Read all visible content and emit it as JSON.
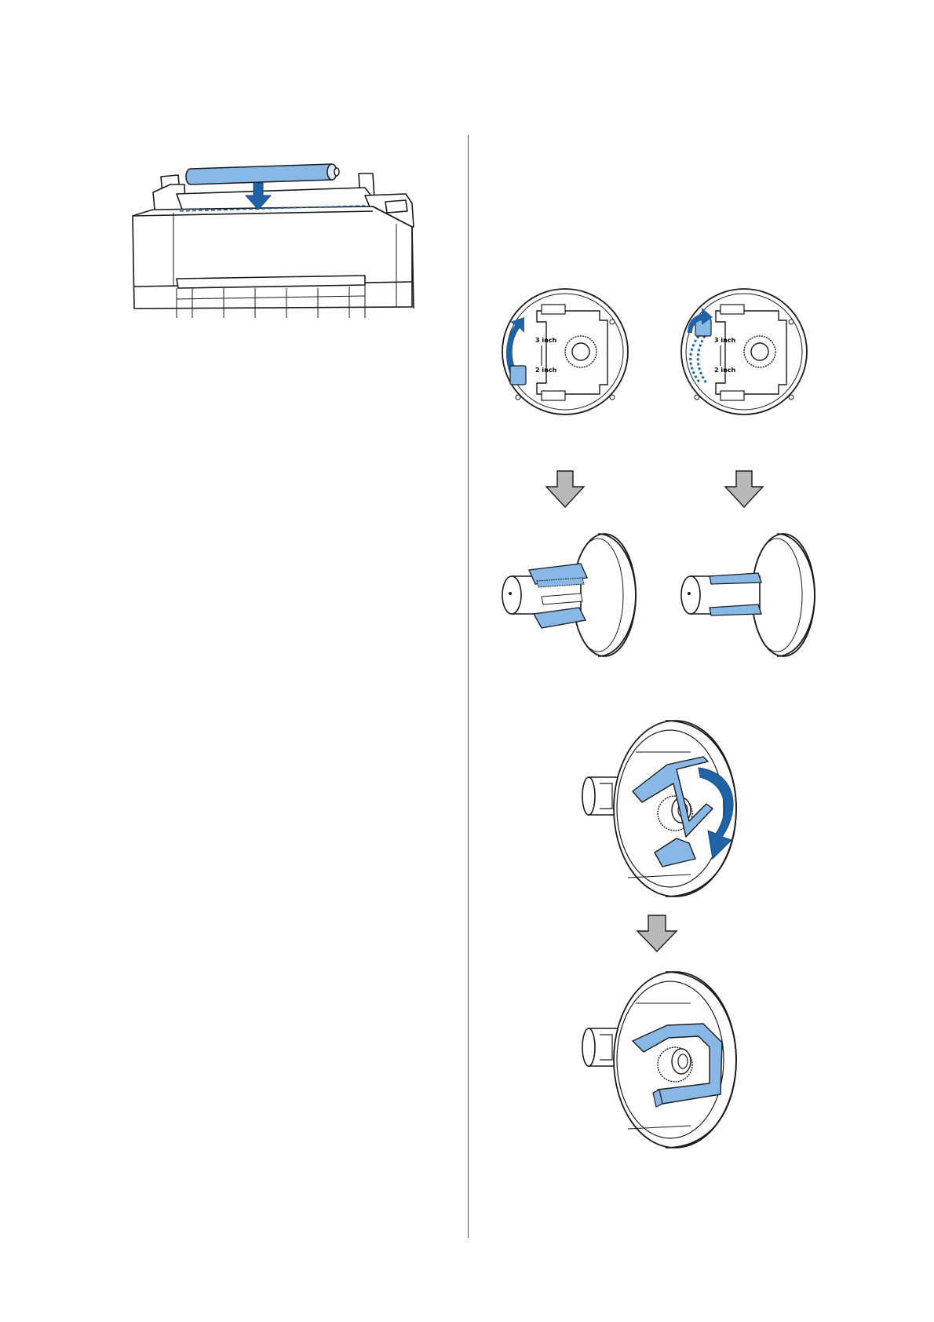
{
  "figures": {
    "printer_loading": {
      "icon": "printer-roll-loading-illustration"
    },
    "adapter_size_switch": {
      "icon": "roll-adapter-size-switch-illustration",
      "size_label_large": "3 inch",
      "size_label_small": "2 inch"
    },
    "adapter_lock_lever": {
      "icon": "roll-adapter-lock-lever-illustration"
    }
  },
  "colors": {
    "part_highlight": "#8ab8e6",
    "arrow_blue": "#1f63a6",
    "arrow_gray": "#b8b8b8",
    "line": "#1a1a1a"
  }
}
